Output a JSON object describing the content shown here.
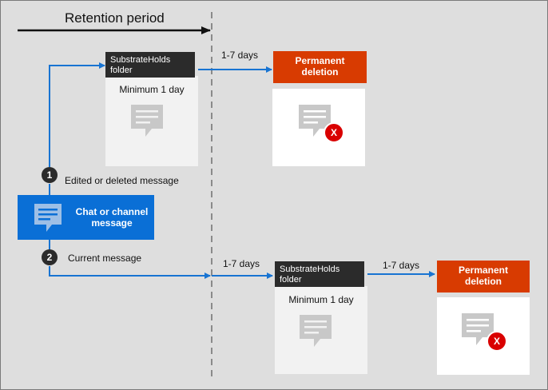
{
  "diagram": {
    "title": "Retention period",
    "source": {
      "label": "Chat or channel message"
    },
    "steps": [
      {
        "number": "1",
        "label": "Edited or deleted message"
      },
      {
        "number": "2",
        "label": "Current message"
      }
    ],
    "top_path": {
      "holds_folder": "SubstrateHolds folder",
      "holds_panel_label": "Minimum 1 day",
      "delay_label": "1-7  days",
      "deletion_label": "Permanent deletion",
      "x_mark": "X"
    },
    "bottom_path": {
      "delay_label_1": "1-7 days",
      "holds_folder": "SubstrateHolds folder",
      "holds_panel_label": "Minimum 1 day",
      "delay_label_2": "1-7 days",
      "deletion_label": "Permanent deletion",
      "x_mark": "X"
    },
    "colors": {
      "background": "#dedede",
      "flow_line": "#1874d2",
      "source_box": "#0a6fd6",
      "deletion_tag": "#d83b01",
      "folder_tag": "#2b2b2b",
      "x_badge": "#d90000"
    }
  }
}
